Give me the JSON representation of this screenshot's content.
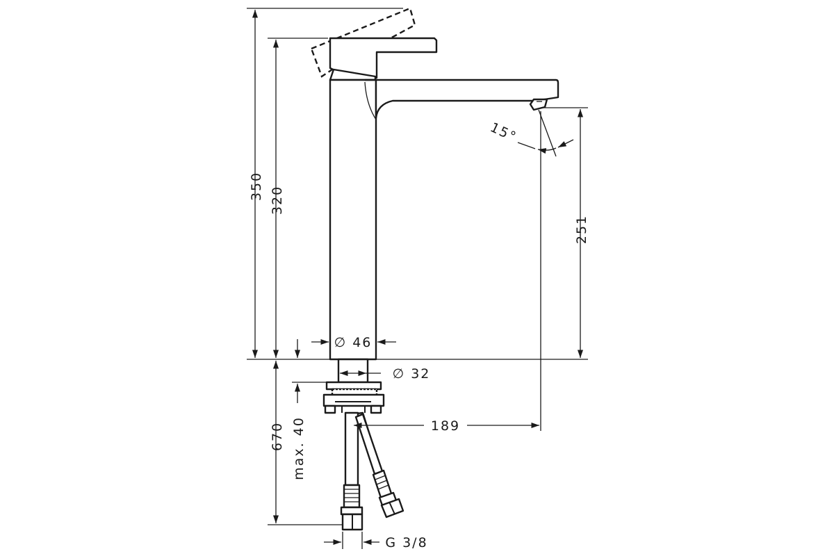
{
  "dimensions": {
    "total_height": "350",
    "height_to_lever": "320",
    "spout_height": "251",
    "base_diameter": "∅ 46",
    "shank_diameter": "∅ 32",
    "hose_length": "670",
    "max_thickness": "max. 40",
    "spout_reach": "189",
    "thread": "G 3/8",
    "tilt_angle": "15°"
  },
  "colors": {
    "line": "#1a1a1a",
    "background": "#ffffff"
  }
}
